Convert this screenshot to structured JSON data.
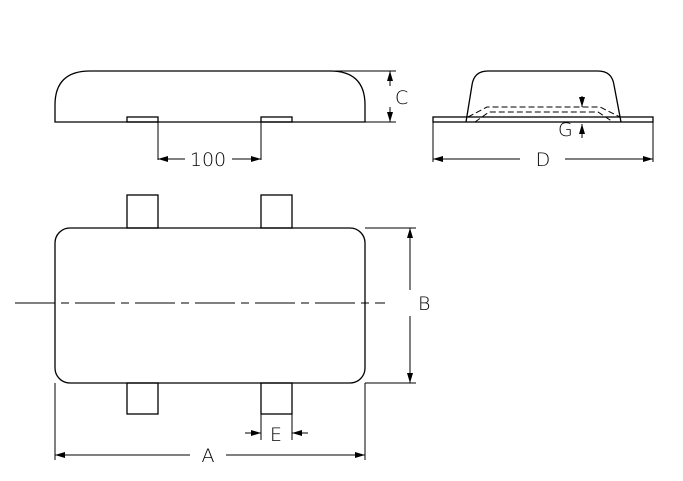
{
  "labels": {
    "spacing": "100",
    "height": "C",
    "thickness": "G",
    "depth": "D",
    "width": "B",
    "length": "A",
    "tab_width": "E"
  }
}
